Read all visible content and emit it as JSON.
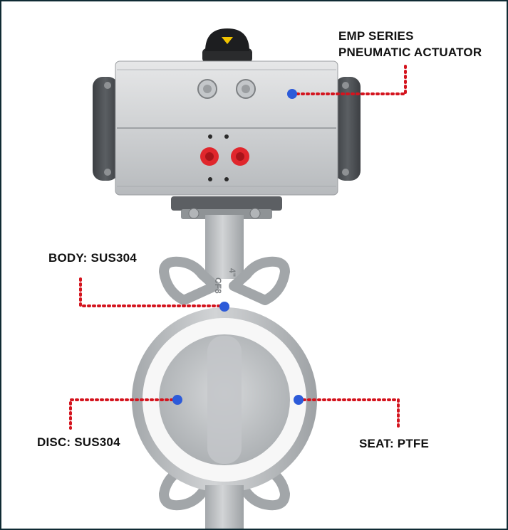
{
  "callouts": {
    "actuator": {
      "line1": "EMP SERIES",
      "line2": "PNEUMATIC ACTUATOR"
    },
    "body": "BODY: SUS304",
    "disc": "DISC: SUS304",
    "seat": "SEAT: PTFE"
  },
  "colors": {
    "frame": "#0f2a33",
    "leader_line": "#d4141e",
    "marker": "#2d5bd9",
    "actuator_body": "#cfd1d3",
    "end_cap": "#4c4f53",
    "port_plug": "#e0262c",
    "valve_body": "#b9bcbf",
    "seat": "#f7f7f7"
  },
  "body_markings": {
    "size": "4\"",
    "material": "CF8"
  }
}
